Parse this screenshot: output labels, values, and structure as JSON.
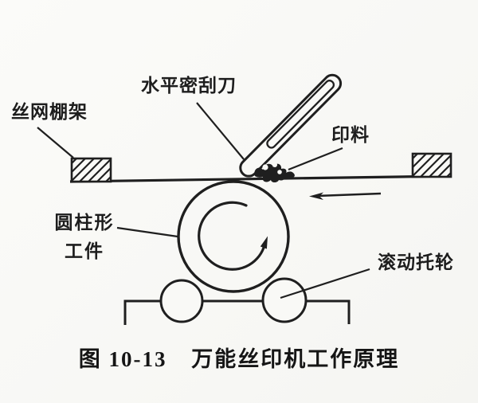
{
  "figure": {
    "labels": {
      "squeegee": "水平密刮刀",
      "screen_frame": "丝网棚架",
      "ink": "印料",
      "workpiece_line1": "圆柱形",
      "workpiece_line2": "工件",
      "support_roller": "滚动托轮"
    },
    "caption": {
      "number": "图 10-13",
      "title": "万能丝印机工作原理"
    },
    "colors": {
      "line_ink": "#1f1f1f",
      "paper": "#f9f9f6"
    }
  }
}
